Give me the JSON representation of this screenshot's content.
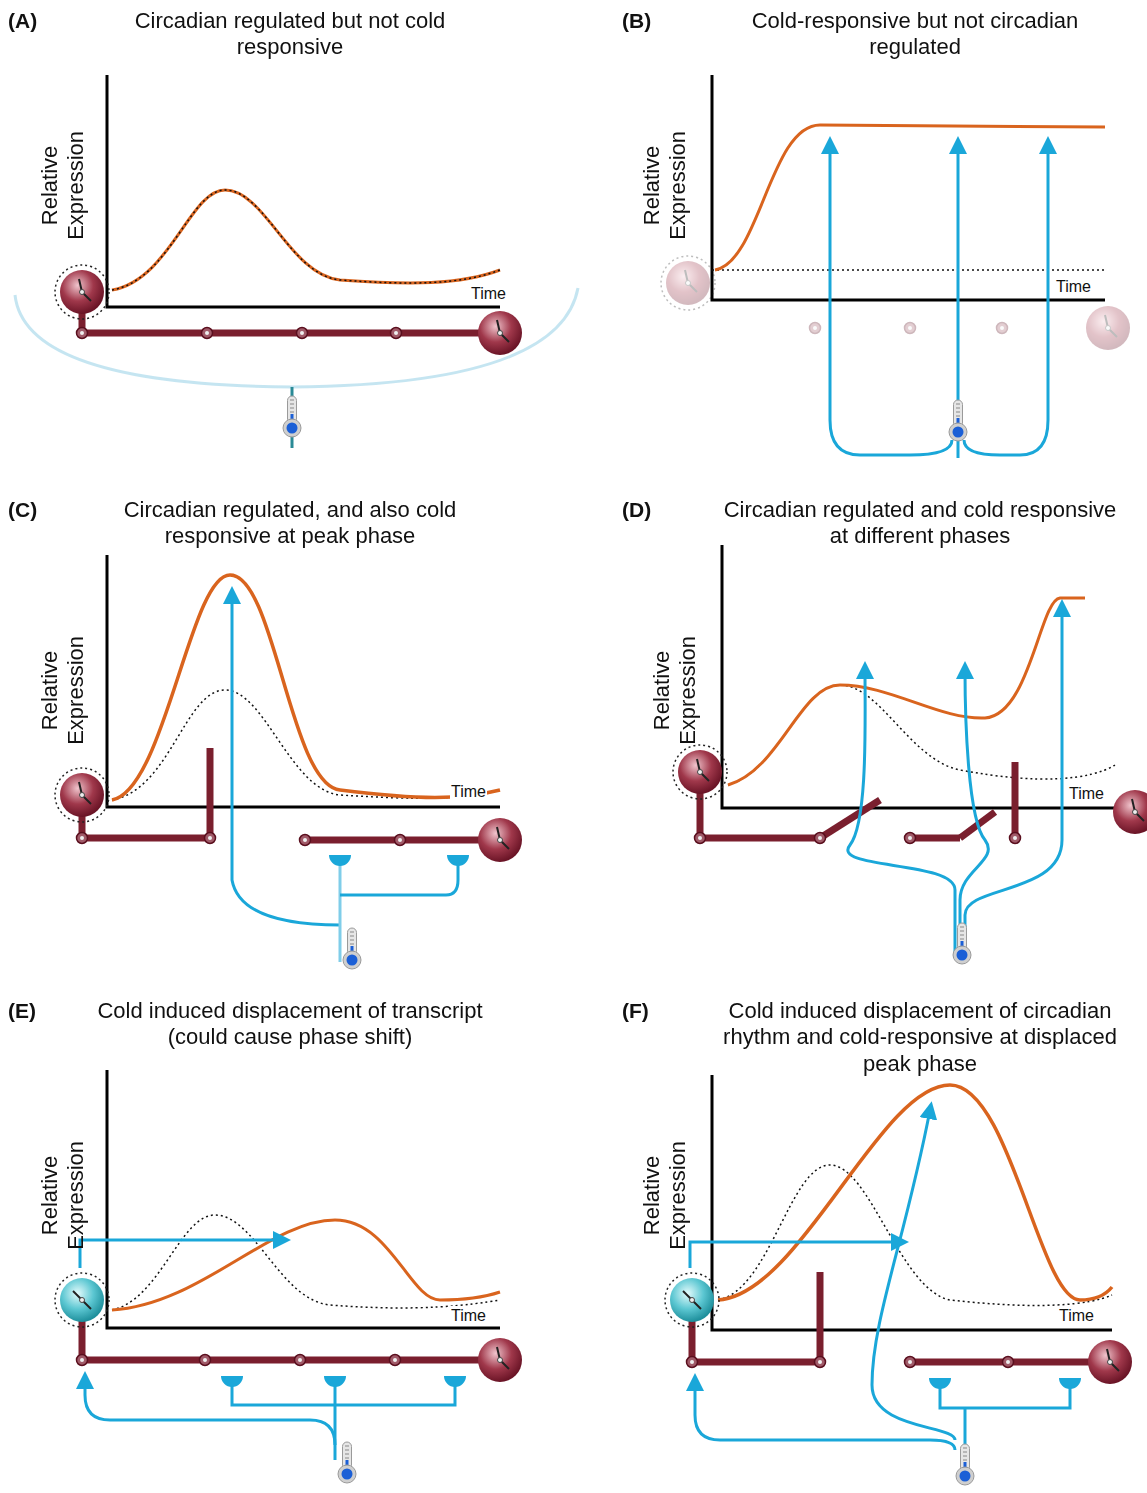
{
  "diagram": {
    "labels": [
      "(A)",
      "Circadian regulated but not cold responsive",
      "Relative Expression",
      "Time",
      "(B)",
      "Cold-responsive but not circadian regulated",
      "Relative Expression",
      "Time",
      "(C)",
      "Circadian regulated, and also cold responsive at peak phase",
      "Relative Expression",
      "Time",
      "(D)",
      "Circadian regulated and cold responsive at different phases",
      "Relative Expression",
      "Time",
      "(E)",
      "Cold induced displacement of transcript (could cause phase shift)",
      "Relative Expression",
      "Time",
      "(F)",
      "Cold induced displacement of circadian rhythm and cold-responsive at displaced peak phase",
      "Relative Expression",
      "Time"
    ]
  }
}
